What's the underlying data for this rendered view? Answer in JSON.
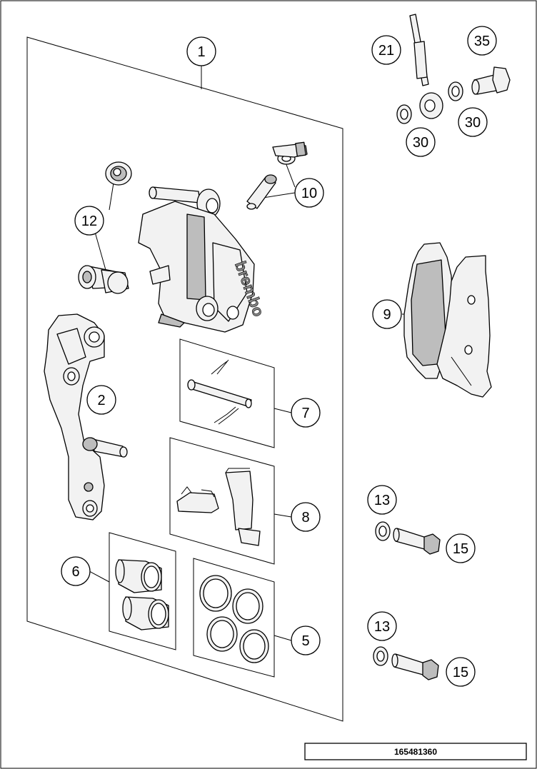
{
  "drawing_number": "165481360",
  "callouts": {
    "c1": "1",
    "c2": "2",
    "c5": "5",
    "c6": "6",
    "c7": "7",
    "c8": "8",
    "c9": "9",
    "c10": "10",
    "c12": "12",
    "c13a": "13",
    "c13b": "13",
    "c15a": "15",
    "c15b": "15",
    "c21": "21",
    "c30a": "30",
    "c30b": "30",
    "c35": "35"
  }
}
